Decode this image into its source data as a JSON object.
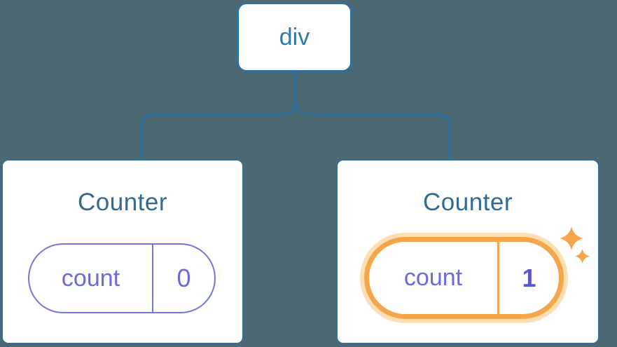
{
  "colors": {
    "background": "#4C6971",
    "card_bg": "#FFFFFF",
    "line_blue": "#2F6F9E",
    "title_blue": "#2F6B92",
    "node_label_blue": "#3378A6",
    "purple": "#6C6ADC",
    "purple_border": "#7674DD",
    "purple_dark": "#5B58CE",
    "orange": "#F5A64B",
    "orange_glow": "#FCE0B4"
  },
  "tree": {
    "root": {
      "label": "div"
    },
    "children": [
      {
        "title": "Counter",
        "state": {
          "key": "count",
          "value": "0"
        },
        "highlighted": false
      },
      {
        "title": "Counter",
        "state": {
          "key": "count",
          "value": "1"
        },
        "highlighted": true
      }
    ]
  },
  "icons": {
    "sparkle": "four-point-sparkle"
  }
}
